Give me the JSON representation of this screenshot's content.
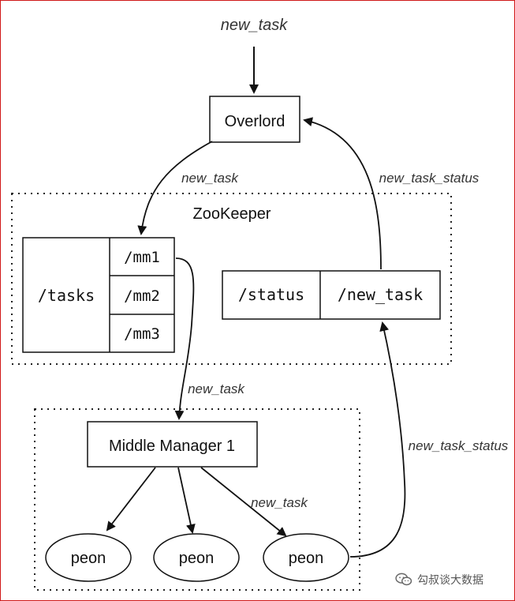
{
  "diagram": {
    "input_label": "new_task",
    "overlord": "Overlord",
    "edge_overlord_to_zk": "new_task",
    "edge_status_to_overlord": "new_task_status",
    "zookeeper": "ZooKeeper",
    "tasks": "/tasks",
    "mm_paths": [
      "/mm1",
      "/mm2",
      "/mm3"
    ],
    "status": "/status",
    "status_new_task": "/new_task",
    "edge_zk_to_mm": "new_task",
    "middle_manager": "Middle Manager 1",
    "edge_mm_to_peon": "new_task",
    "edge_peon_to_status": "new_task_status",
    "peons": [
      "peon",
      "peon",
      "peon"
    ]
  },
  "watermark": {
    "text": "勾叔谈大数据",
    "icon": "wechat-icon"
  }
}
